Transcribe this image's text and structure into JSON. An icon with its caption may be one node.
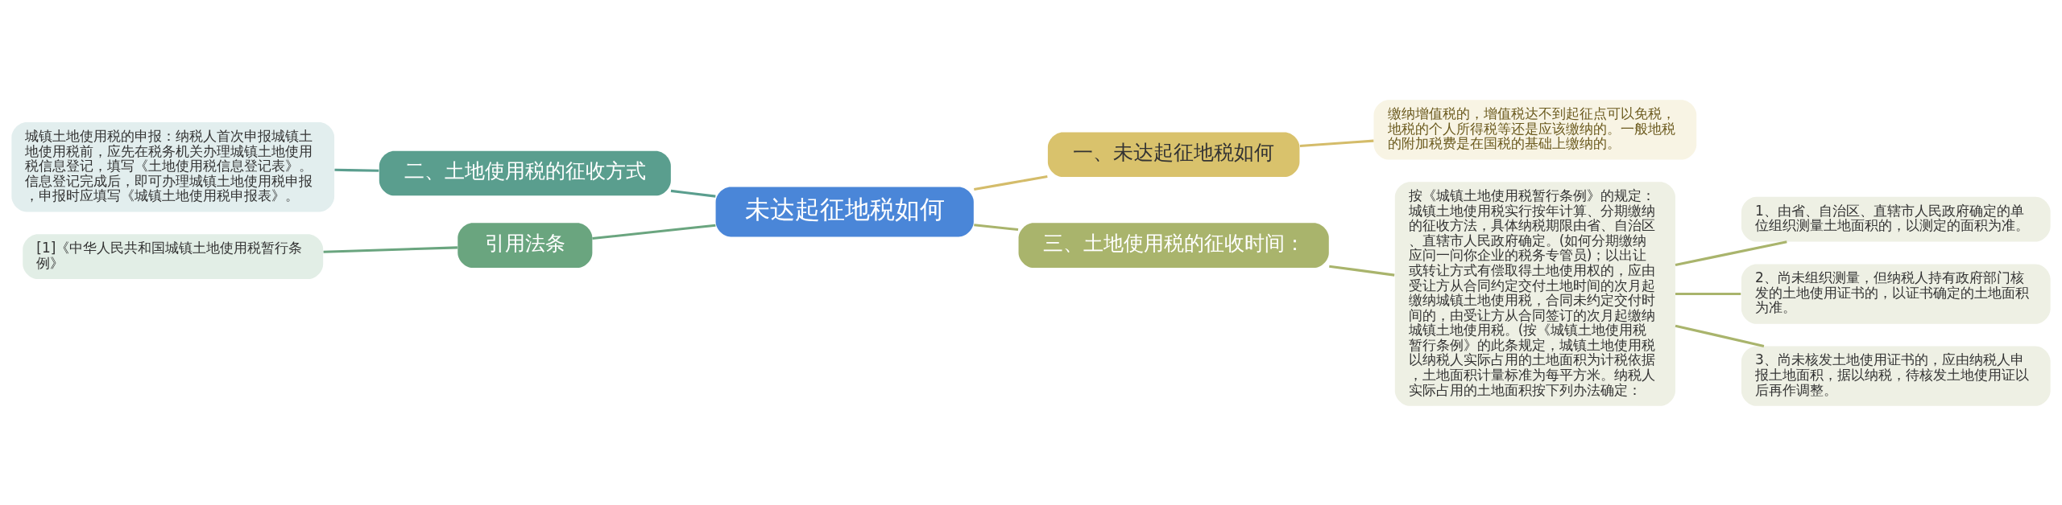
{
  "diagram": {
    "nodes": [
      {
        "text": [
          "未达起征地税如何"
        ]
      },
      {
        "text": [
          "一、未达起征地税如何"
        ]
      },
      {
        "text": [
          "缴纳增值税的，增值税达不到起征点可以免税，地税的个人所得税等还是应该缴纳的。一般地税的附加税费是在国税的基础上缴纳的。"
        ]
      },
      {
        "text": [
          "二、土地使用税的征收方式"
        ]
      },
      {
        "text": [
          "城镇土地使用税的申报：纳税人首次申报城镇土地使用税前，应先在税务机关办理城镇土地使用税信息登记，填写《土地使用税信息登记表》。信息登记完成后，即可办理城镇土地使用税申报，申报时应填写《城镇土地使用税申报表》。"
        ]
      },
      {
        "text": [
          "三、土地使用税的征收时间："
        ]
      },
      {
        "text": [
          "按《城镇土地使用税暂行条例》的规定：城镇土地使用税实行按年计算、分期缴纳的征收方法，具体纳税期限由省、自治区、直辖市人民政府确定。(如何分期缴纳应问一问你企业的税务专管员)；以出让或转让方式有偿取得土地使用权的，应由受让方从合同约定交付土地时间的次月起缴纳城镇土地使用税，合同未约定交付时间的，由受让方从合同签订的次月起缴纳城镇土地使用税。(按《城镇土地使用税暂行条例》的此条规定，城镇土地使用税以纳税人实际占用的土地面积为计税依据，土地面积计量标准为每平方米。纳税人实际占用的土地面积按下列办法确定："
        ]
      },
      {
        "text": [
          "1、由省、自治区、直辖市人民政府确定的单位组织测量土地面积的，以测定的面积为准。"
        ]
      },
      {
        "text": [
          "2、尚未组织测量，但纳税人持有政府部门核发的土地使用证书的，以证书确定的土地面积为准。"
        ]
      },
      {
        "text": [
          "3、尚未核发土地使用证书的，应由纳税人申报土地面积，据以纳税，待核发土地使用证以后再作调整。"
        ]
      },
      {
        "text": [
          "引用法条"
        ]
      },
      {
        "text": [
          "[1]《中华人民共和国城镇土地使用税暂行条例》"
        ]
      }
    ],
    "edges": [
      {
        "from": 0,
        "to": 1,
        "arrow": "none",
        "color": "#d4bc6a"
      },
      {
        "from": 1,
        "to": 2,
        "arrow": "none",
        "color": "#d4bc6a"
      },
      {
        "from": 0,
        "to": 3,
        "arrow": "none",
        "color": "#5a9e8e"
      },
      {
        "from": 3,
        "to": 4,
        "arrow": "none",
        "color": "#5a9e8e"
      },
      {
        "from": 0,
        "to": 5,
        "arrow": "none",
        "color": "#a9b46c"
      },
      {
        "from": 5,
        "to": 6,
        "arrow": "none",
        "color": "#a9b46c"
      },
      {
        "from": 6,
        "to": 7,
        "arrow": "none",
        "color": "#a9b46c"
      },
      {
        "from": 6,
        "to": 8,
        "arrow": "none",
        "color": "#a9b46c"
      },
      {
        "from": 6,
        "to": 9,
        "arrow": "none",
        "color": "#a9b46c"
      },
      {
        "from": 0,
        "to": 10,
        "arrow": "none",
        "color": "#6aa57f"
      },
      {
        "from": 10,
        "to": 11,
        "arrow": "none",
        "color": "#6aa57f"
      }
    ]
  }
}
